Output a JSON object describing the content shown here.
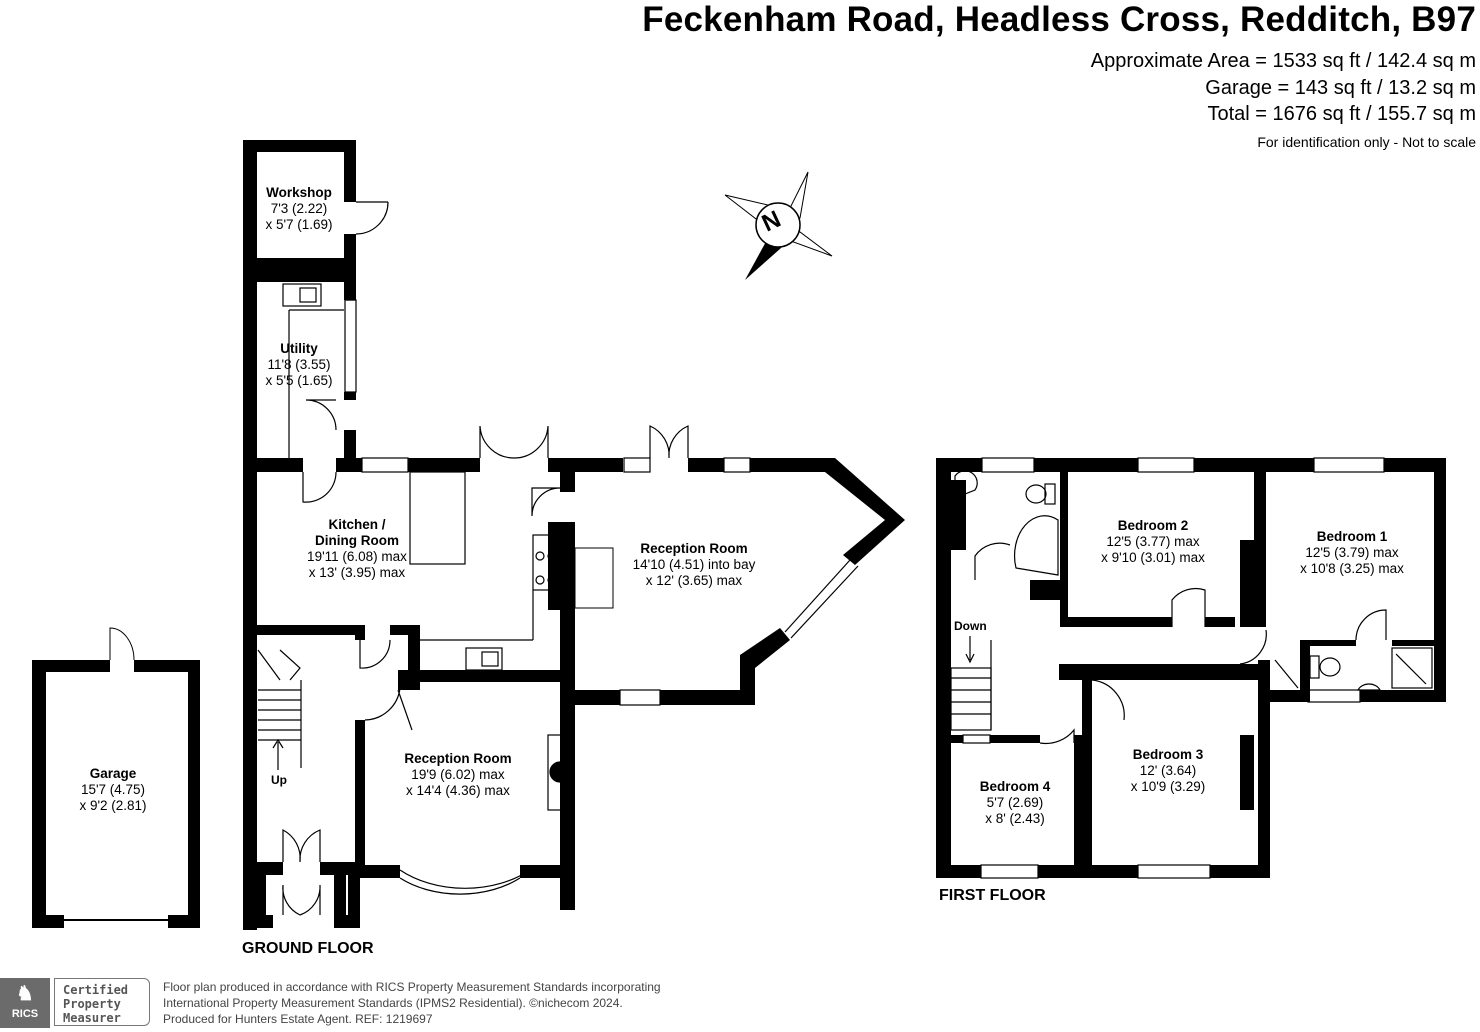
{
  "header": {
    "title": "Feckenham Road, Headless Cross, Redditch, B97",
    "approx_area": "Approximate Area = 1533 sq ft / 142.4 sq m",
    "garage_area": "Garage = 143 sq ft / 13.2 sq m",
    "total_area": "Total = 1676 sq ft / 155.7 sq m",
    "disclaimer": "For identification only - Not to scale"
  },
  "compass": {
    "label": "N"
  },
  "ground_floor": {
    "label": "GROUND FLOOR",
    "stairs_label": "Up",
    "rooms": [
      {
        "name": "Workshop",
        "dim1": "7'3 (2.22)",
        "dim2": "x 5'7 (1.69)"
      },
      {
        "name": "Utility",
        "dim1": "11'8 (3.55)",
        "dim2": "x 5'5 (1.65)"
      },
      {
        "name": "Kitchen /",
        "name2": "Dining Room",
        "dim1": "19'11 (6.08) max",
        "dim2": "x 13' (3.95) max"
      },
      {
        "name": "Reception Room",
        "dim1": "14'10 (4.51) into bay",
        "dim2": "x 12' (3.65) max"
      },
      {
        "name": "Reception Room",
        "dim1": "19'9 (6.02) max",
        "dim2": "x 14'4 (4.36) max"
      }
    ]
  },
  "garage": {
    "name": "Garage",
    "dim1": "15'7 (4.75)",
    "dim2": "x 9'2 (2.81)"
  },
  "first_floor": {
    "label": "FIRST FLOOR",
    "stairs_label": "Down",
    "rooms": [
      {
        "name": "Bedroom 2",
        "dim1": "12'5 (3.77) max",
        "dim2": "x 9'10 (3.01) max"
      },
      {
        "name": "Bedroom 1",
        "dim1": "12'5 (3.79) max",
        "dim2": "x 10'8 (3.25) max"
      },
      {
        "name": "Bedroom 3",
        "dim1": "12' (3.64)",
        "dim2": "x 10'9 (3.29)"
      },
      {
        "name": "Bedroom 4",
        "dim1": "5'7 (2.69)",
        "dim2": "x 8' (2.43)"
      }
    ]
  },
  "footer": {
    "badge_org": "RICS",
    "badge_text": [
      "Certified",
      "Property",
      "Measurer"
    ],
    "line1": "Floor plan produced in accordance with RICS Property Measurement Standards incorporating",
    "line2": "International Property Measurement Standards (IPMS2 Residential).   ©nichecom 2024.",
    "line3": "Produced for Hunters Estate Agent.   REF: 1219697"
  }
}
